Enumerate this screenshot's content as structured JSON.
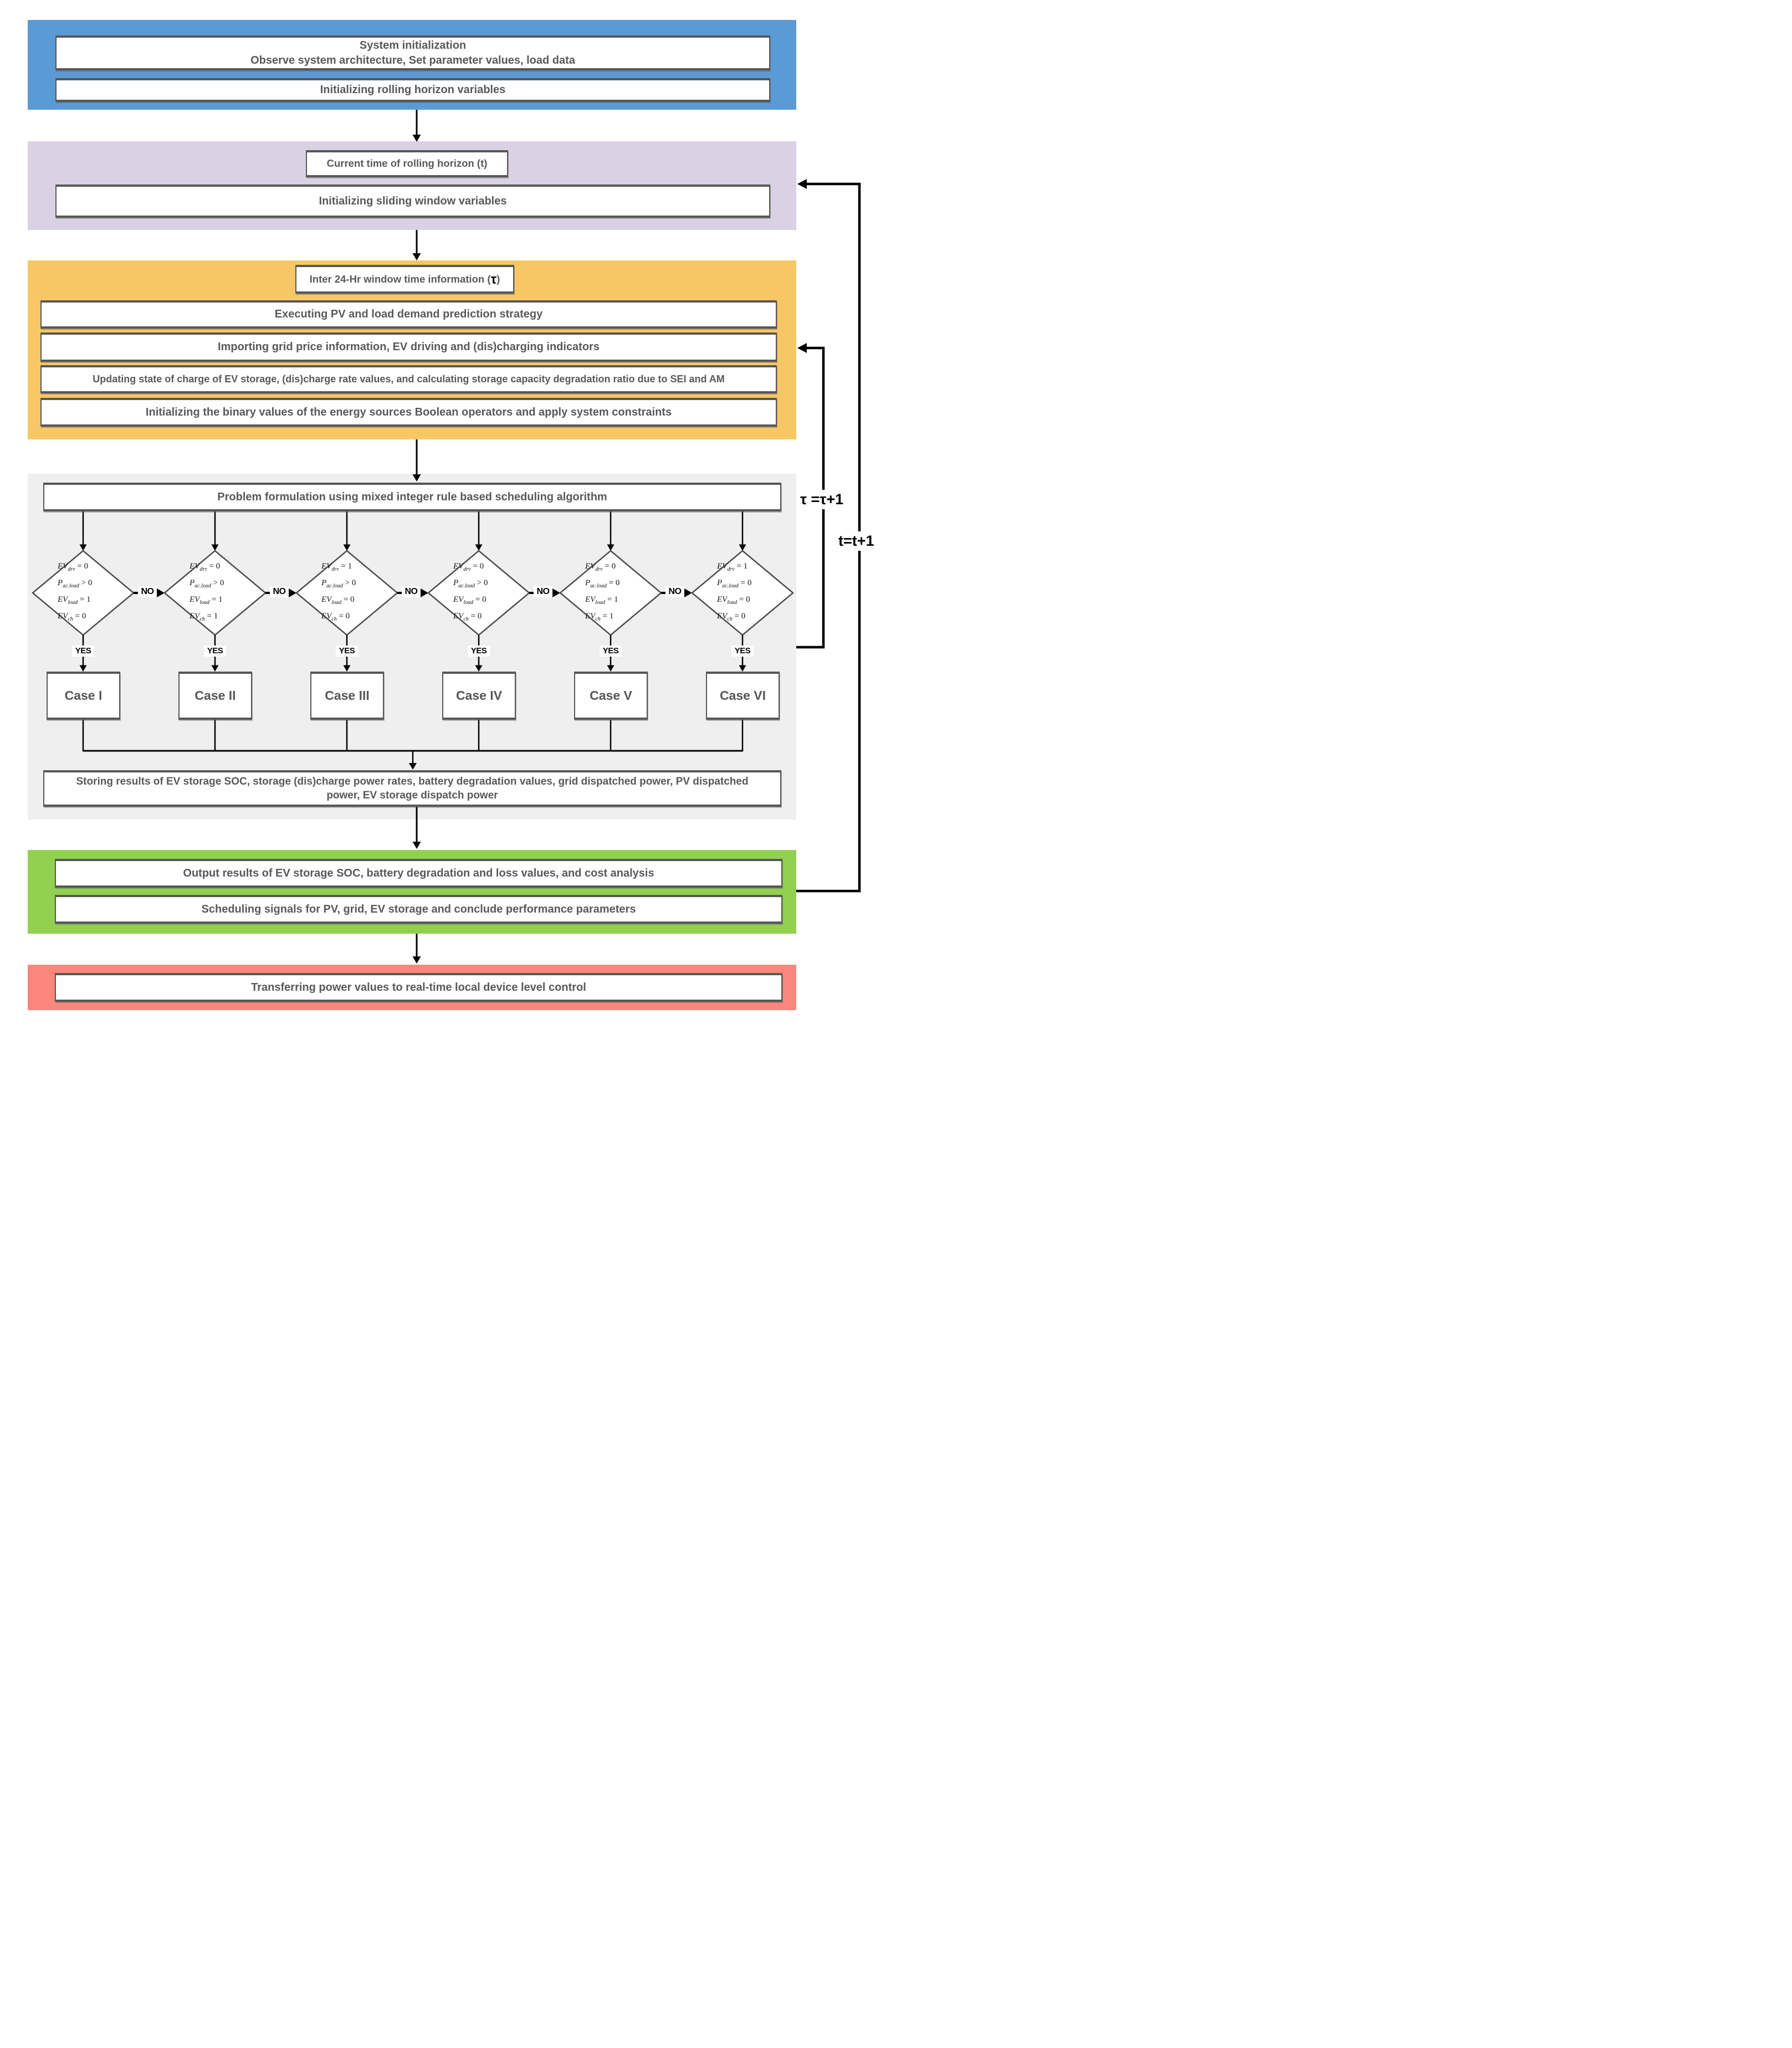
{
  "colors": {
    "init_band": "#5B9BD5",
    "rolling_band": "#DAD2E4",
    "window_band": "#F7C766",
    "scheduler_band": "#EFEFEF",
    "output_band": "#92D050",
    "transfer_band": "#F9877C",
    "box_border": "#575757",
    "box_text": "#595959",
    "line": "#000000"
  },
  "init": {
    "line1": "System initialization",
    "line2": "Observe system architecture, Set parameter values, load data",
    "box2": "Initializing rolling horizon variables"
  },
  "rolling": {
    "current_time": "Current time of rolling horizon (t)",
    "sliding": "Initializing sliding window variables"
  },
  "window": {
    "title_prefix": "Inter 24-Hr window time information (",
    "tau": "τ",
    "title_suffix": ")",
    "row1": "Executing PV and load demand prediction strategy",
    "row2": "Importing grid price information, EV driving and (dis)charging indicators",
    "row3": "Updating state of charge of  EV storage, (dis)charge rate values, and calculating storage capacity degradation ratio due to SEI and AM",
    "row4": "Initializing the binary values of the energy sources Boolean operators and apply system constraints"
  },
  "scheduler": {
    "problem": "Problem formulation using mixed integer rule based scheduling algorithm",
    "yes_label": "YES",
    "no_label": "NO",
    "decisions": [
      {
        "case": "Case I",
        "conds": [
          [
            "EV",
            "drv",
            " = 0"
          ],
          [
            "P",
            "ac.load",
            " > 0"
          ],
          [
            "EV",
            "load",
            " = 1"
          ],
          [
            "EV",
            "ch",
            " = 0"
          ]
        ]
      },
      {
        "case": "Case II",
        "conds": [
          [
            "EV",
            "drv",
            " = 0"
          ],
          [
            "P",
            "ac.load",
            " > 0"
          ],
          [
            "EV",
            "load",
            " = 1"
          ],
          [
            "EV",
            "ch",
            " = 1"
          ]
        ]
      },
      {
        "case": "Case III",
        "conds": [
          [
            "EV",
            "drv",
            " = 1"
          ],
          [
            "P",
            "ac.load",
            " > 0"
          ],
          [
            "EV",
            "load",
            " = 0"
          ],
          [
            "EV",
            "ch",
            " = 0"
          ]
        ]
      },
      {
        "case": "Case IV",
        "conds": [
          [
            "EV",
            "drv",
            " = 0"
          ],
          [
            "P",
            "ac.load",
            " > 0"
          ],
          [
            "EV",
            "load",
            " = 0"
          ],
          [
            "EV",
            "ch",
            " = 0"
          ]
        ]
      },
      {
        "case": "Case V",
        "conds": [
          [
            "EV",
            "drv",
            " = 0"
          ],
          [
            "P",
            "ac.load",
            " = 0"
          ],
          [
            "EV",
            "load",
            " = 1"
          ],
          [
            "EV",
            "ch",
            " = 1"
          ]
        ]
      },
      {
        "case": "Case VI",
        "conds": [
          [
            "EV",
            "drv",
            " = 1"
          ],
          [
            "P",
            "ac.load",
            " = 0"
          ],
          [
            "EV",
            "load",
            " = 0"
          ],
          [
            "EV",
            "ch",
            " = 0"
          ]
        ]
      }
    ],
    "storing": "Storing results of EV storage SOC, storage (dis)charge power rates,  battery degradation values, grid dispatched power, PV dispatched power, EV storage dispatch power"
  },
  "output": {
    "row1": "Output results of EV storage SOC, battery degradation and loss values, and cost analysis",
    "row2": "Scheduling signals for PV, grid, EV storage and conclude performance parameters"
  },
  "transfer": {
    "row1": "Transferring power values to real-time local device level control"
  },
  "loops": {
    "tau_label": "τ =τ+1",
    "t_label": "t=t+1"
  }
}
